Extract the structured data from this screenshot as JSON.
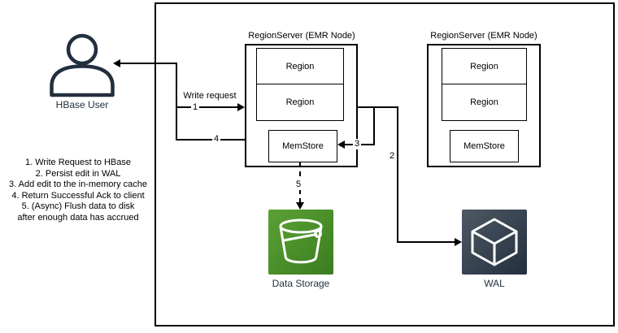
{
  "diagram": {
    "user": {
      "label": "HBase User"
    },
    "write_request_label": "Write request",
    "steps": [
      "1. Write Request to HBase",
      "2. Persist edit in WAL",
      "3. Add edit to the in-memory cache",
      "4. Return Successful Ack to client",
      "5. (Async) Flush data to disk",
      "after enough data has accrued"
    ],
    "region_server_1": {
      "title": "RegionServer (EMR Node)",
      "regions": [
        "Region",
        "Region"
      ],
      "memstore_label": "MemStore"
    },
    "region_server_2": {
      "title": "RegionServer (EMR Node)",
      "regions": [
        "Region",
        "Region"
      ],
      "memstore_label": "MemStore"
    },
    "data_storage": {
      "label": "Data Storage",
      "icon": "s3-bucket-icon",
      "color_top": "#5ba135",
      "color_bottom": "#3b7d1f"
    },
    "wal": {
      "label": "WAL",
      "icon": "cube-icon",
      "color_top": "#4e5964",
      "color_bottom": "#232f3e"
    },
    "edge_labels": {
      "n1": "1",
      "n2": "2",
      "n3": "3",
      "n4": "4",
      "n5": "5"
    },
    "colors": {
      "actor": "#232f3e",
      "line": "#000000",
      "icon_stroke": "#ffffff"
    }
  }
}
